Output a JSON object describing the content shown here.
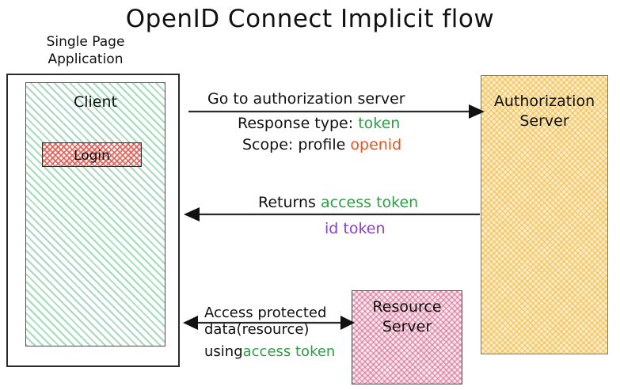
{
  "title": "OpenID Connect Implicit flow",
  "nodes": {
    "spa_caption_line1": "Single Page",
    "spa_caption_line2": "Application",
    "client_label": "Client",
    "login_label": "Login",
    "auth_server_line1": "Authorization",
    "auth_server_line2": "Server",
    "resource_server_line1": "Resource",
    "resource_server_line2": "Server"
  },
  "flows": {
    "flow1": {
      "line1": "Go to authorization server",
      "line2_prefix": "Response type: ",
      "line2_keyword": "token",
      "line3_prefix": "Scope: profile ",
      "line3_keyword": "openid",
      "direction": "client-to-authorization-server"
    },
    "flow2": {
      "line1_prefix": "Returns ",
      "line1_keyword": "access token",
      "line2_keyword": "id token",
      "direction": "authorization-server-to-client"
    },
    "flow3": {
      "line1": "Access protected",
      "line2": "data(resource)",
      "line3_prefix": "using",
      "line3_keyword": "access token",
      "direction": "bidirectional"
    }
  },
  "colors": {
    "keyword_green": "#2e9e44",
    "keyword_orange": "#e8541e",
    "keyword_purple": "#8b3fc4",
    "client_fill": "#6ec58f",
    "login_fill": "#de5a50",
    "auth_server_fill": "#f0ba4b",
    "resource_server_fill": "#d66e94",
    "stroke": "#2b2b2b",
    "background": "#ffffff"
  }
}
